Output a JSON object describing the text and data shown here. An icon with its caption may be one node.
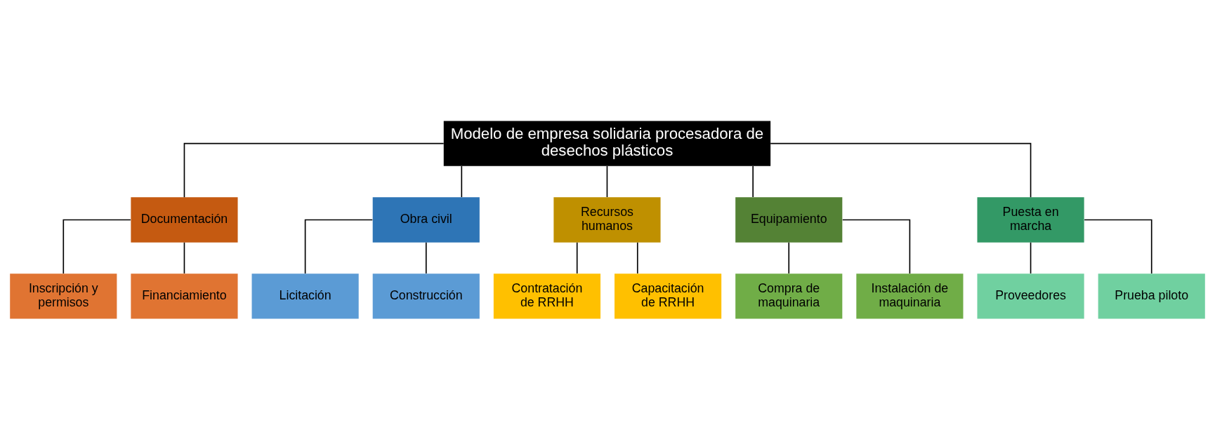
{
  "diagram": {
    "nodes": [
      {
        "text": [
          "Modelo de empresa solidaria procesadora de desechos plásticos"
        ]
      },
      {
        "text": [
          "Documentación"
        ]
      },
      {
        "text": [
          "Inscripción y permisos"
        ]
      },
      {
        "text": [
          "Financiamiento"
        ]
      },
      {
        "text": [
          "Obra civil"
        ]
      },
      {
        "text": [
          "Licitación"
        ]
      },
      {
        "text": [
          "Construcción"
        ]
      },
      {
        "text": [
          "Recursos humanos"
        ]
      },
      {
        "text": [
          "Contratación de RRHH"
        ]
      },
      {
        "text": [
          "Capacitación de RRHH"
        ]
      },
      {
        "text": [
          "Equipamiento"
        ]
      },
      {
        "text": [
          "Compra de maquinaria"
        ]
      },
      {
        "text": [
          "Instalación de maquinaria"
        ]
      },
      {
        "text": [
          "Puesta en marcha"
        ]
      },
      {
        "text": [
          "Proveedores"
        ]
      },
      {
        "text": [
          "Prueba piloto"
        ]
      }
    ],
    "edges": [
      {
        "from": 0,
        "to": 1,
        "arrow": "none"
      },
      {
        "from": 0,
        "to": 4,
        "arrow": "none"
      },
      {
        "from": 0,
        "to": 7,
        "arrow": "none"
      },
      {
        "from": 0,
        "to": 10,
        "arrow": "none"
      },
      {
        "from": 0,
        "to": 13,
        "arrow": "none"
      },
      {
        "from": 1,
        "to": 2,
        "arrow": "none"
      },
      {
        "from": 1,
        "to": 3,
        "arrow": "none"
      },
      {
        "from": 4,
        "to": 5,
        "arrow": "none"
      },
      {
        "from": 4,
        "to": 6,
        "arrow": "none"
      },
      {
        "from": 7,
        "to": 8,
        "arrow": "none"
      },
      {
        "from": 7,
        "to": 9,
        "arrow": "none"
      },
      {
        "from": 10,
        "to": 11,
        "arrow": "none"
      },
      {
        "from": 10,
        "to": 12,
        "arrow": "none"
      },
      {
        "from": 13,
        "to": 14,
        "arrow": "none"
      },
      {
        "from": 13,
        "to": 15,
        "arrow": "none"
      }
    ]
  }
}
